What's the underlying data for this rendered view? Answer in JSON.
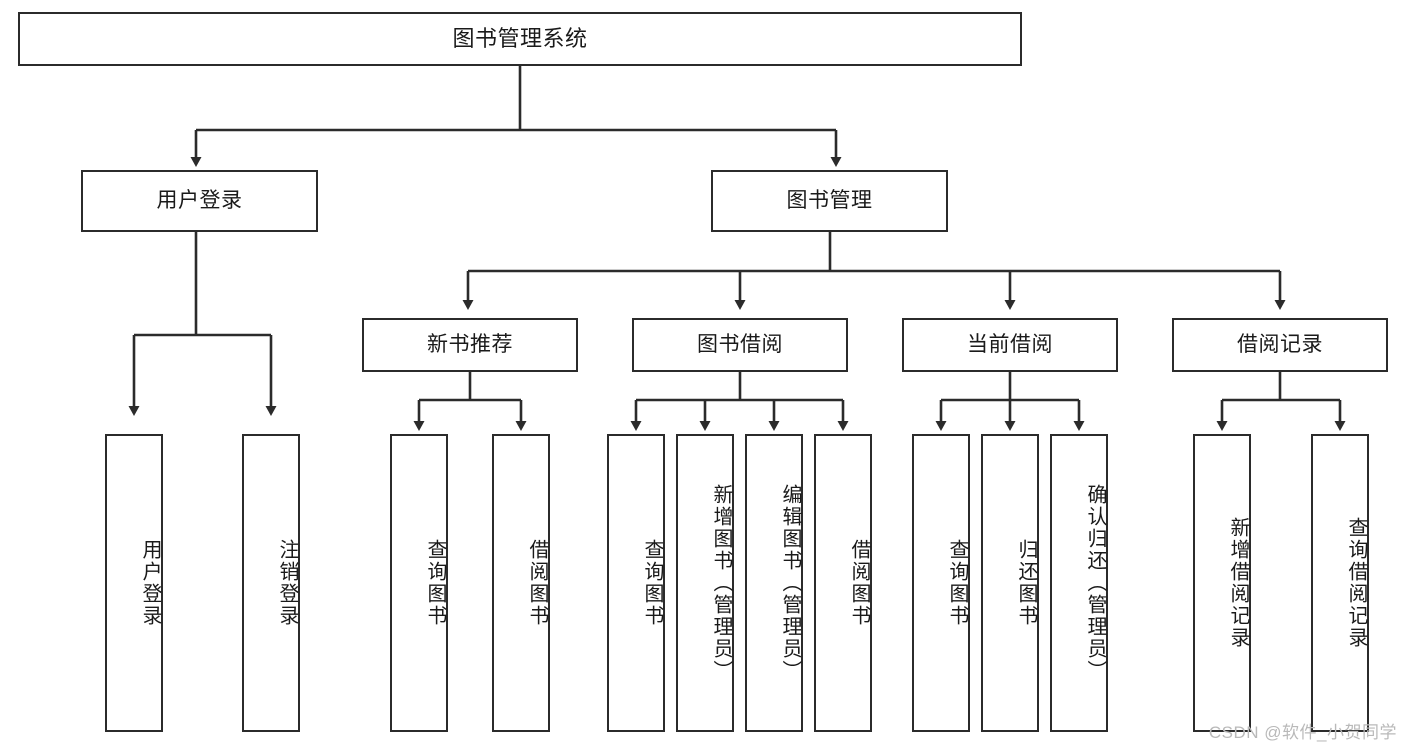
{
  "diagram": {
    "title": "图书管理系统",
    "type": "hierarchy-tree",
    "root": {
      "label": "图书管理系统"
    },
    "level1": [
      {
        "label": "用户登录"
      },
      {
        "label": "图书管理"
      }
    ],
    "level2": [
      {
        "label": "新书推荐"
      },
      {
        "label": "图书借阅"
      },
      {
        "label": "当前借阅"
      },
      {
        "label": "借阅记录"
      }
    ],
    "leaves": {
      "user_login": [
        {
          "label": "用户登录"
        },
        {
          "label": "注销登录"
        }
      ],
      "new_book_recommend": [
        {
          "label": "查询图书"
        },
        {
          "label": "借阅图书"
        }
      ],
      "book_borrow": [
        {
          "label": "查询图书"
        },
        {
          "label": "新增图书（管理员）"
        },
        {
          "label": "编辑图书（管理员）"
        },
        {
          "label": "借阅图书"
        }
      ],
      "current_borrow": [
        {
          "label": "查询图书"
        },
        {
          "label": "归还图书"
        },
        {
          "label": "确认归还（管理员）"
        }
      ],
      "borrow_records": [
        {
          "label": "新增借阅记录"
        },
        {
          "label": "查询借阅记录"
        }
      ]
    }
  },
  "watermark": {
    "text": "CSDN @软件_小贺同学"
  },
  "colors": {
    "border": "#2b2b2b",
    "text": "#1a1a1a",
    "background": "#ffffff",
    "watermark": "#b9b9b9"
  }
}
